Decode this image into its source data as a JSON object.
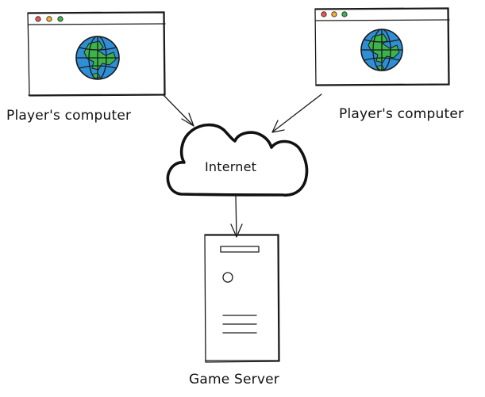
{
  "diagram": {
    "nodes": {
      "left_computer": {
        "label": "Player's computer"
      },
      "right_computer": {
        "label": "Player's computer"
      },
      "internet": {
        "label": "Internet"
      },
      "server": {
        "label": "Game Server"
      }
    },
    "edges": [
      {
        "from": "left_computer",
        "to": "internet"
      },
      {
        "from": "right_computer",
        "to": "internet"
      },
      {
        "from": "internet",
        "to": "server"
      }
    ]
  },
  "colors": {
    "stroke": "#1a1a1a",
    "dot_red": "#e8594f",
    "dot_yellow": "#f2b233",
    "dot_green": "#3fb34f",
    "globe_ocean": "#2e8fd6",
    "globe_land": "#3cb44a"
  }
}
